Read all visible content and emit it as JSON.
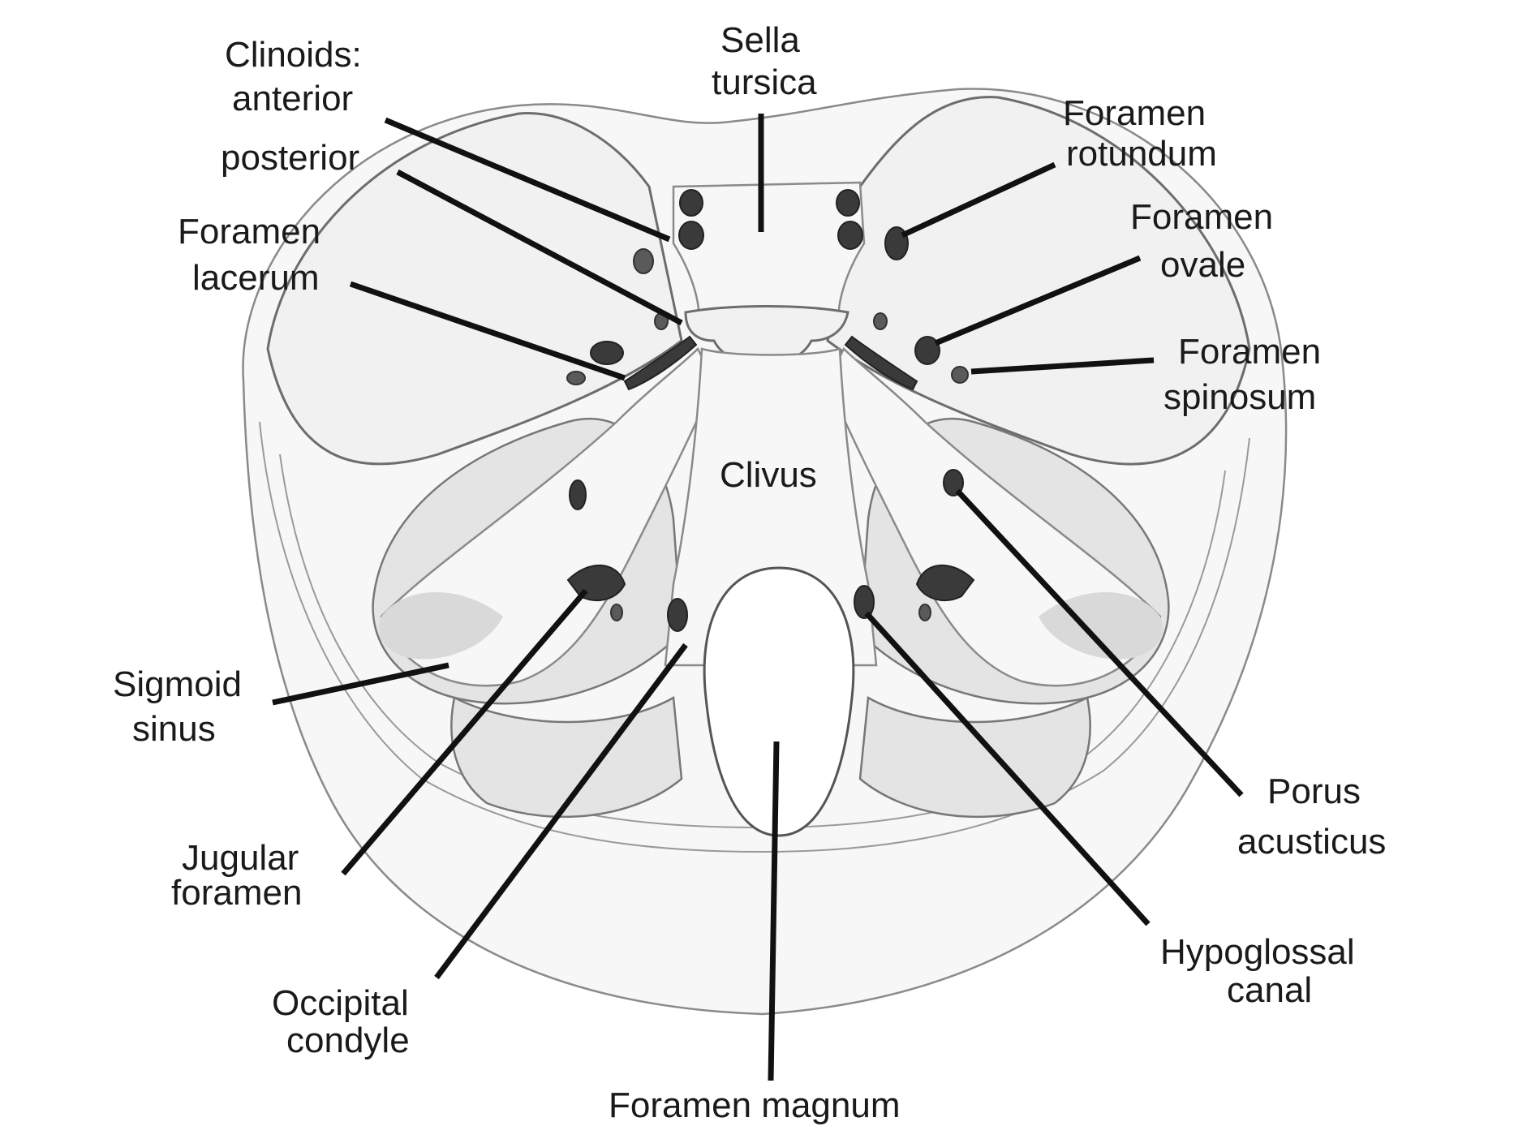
{
  "labels": {
    "clinoids_title": "Clinoids:",
    "clinoids_anterior": "anterior",
    "clinoids_posterior": "posterior",
    "sella_line1": "Sella",
    "sella_line2": "tursica",
    "foramen_rotundum_line1": "Foramen",
    "foramen_rotundum_line2": "rotundum",
    "foramen_lacerum_line1": "Foramen",
    "foramen_lacerum_line2": "lacerum",
    "foramen_ovale_line1": "Foramen",
    "foramen_ovale_line2": "ovale",
    "foramen_spinosum_line1": "Foramen",
    "foramen_spinosum_line2": "spinosum",
    "clivus": "Clivus",
    "sigmoid_line1": "Sigmoid",
    "sigmoid_line2": "sinus",
    "porus_line1": "Porus",
    "porus_line2": "acusticus",
    "jugular_line1": "Jugular",
    "jugular_line2": "foramen",
    "hypoglossal_line1": "Hypoglossal",
    "hypoglossal_line2": "canal",
    "occipital_line1": "Occipital",
    "occipital_line2": "condyle",
    "foramen_magnum": "Foramen magnum"
  }
}
